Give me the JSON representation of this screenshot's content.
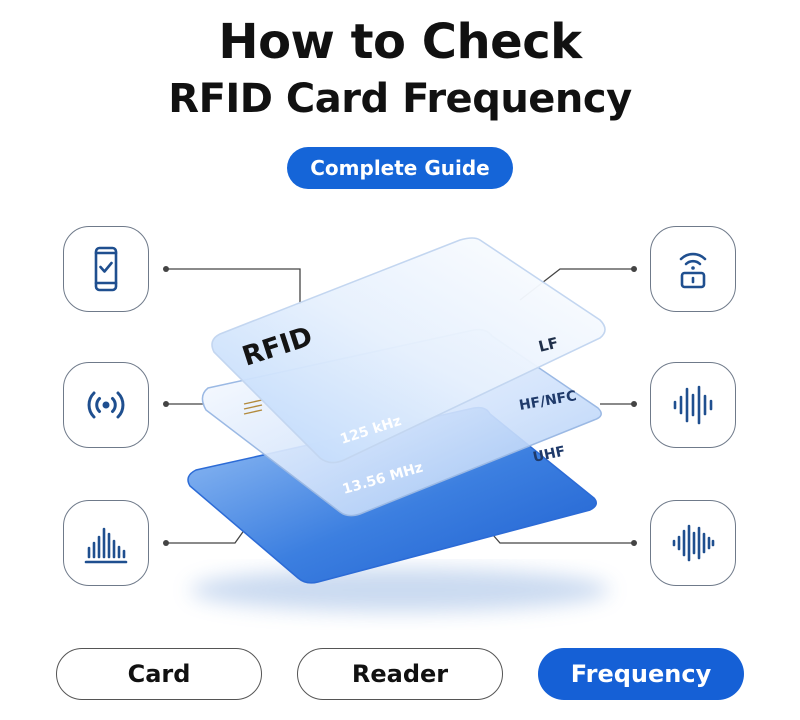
{
  "title": {
    "line1": "How to Check",
    "line2": "RFID Card Frequency"
  },
  "badge": "Complete Guide",
  "cards": {
    "top": {
      "label": "RFID",
      "band": "LF",
      "freq": "125 kHz"
    },
    "middle": {
      "band": "HF/NFC",
      "freq": "13.56 MHz"
    },
    "bottom": {
      "band": "UHF"
    }
  },
  "icons": {
    "left": [
      "smartphone-check-icon",
      "radio-signal-icon",
      "signal-bars-icon"
    ],
    "right": [
      "wireless-lock-icon",
      "sound-wave-icon",
      "sound-wave-icon"
    ]
  },
  "colors": {
    "accent": "#1565d8",
    "icon": "#1f4f8f",
    "text": "#111111"
  },
  "tabs": [
    {
      "label": "Card",
      "active": false
    },
    {
      "label": "Reader",
      "active": false
    },
    {
      "label": "Frequency",
      "active": true
    }
  ]
}
